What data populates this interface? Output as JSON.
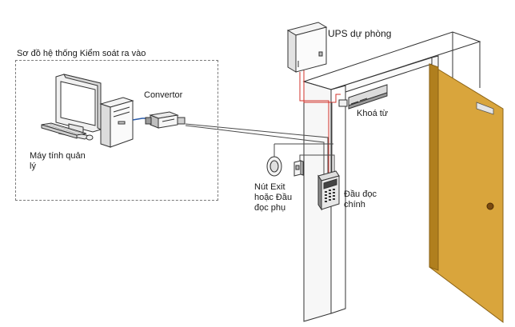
{
  "title": "Sơ đồ hệ thống Kiểm soát ra vào",
  "labels": {
    "ups": "UPS dự phòng",
    "convertor": "Convertor",
    "khoa_tu": "Khoá từ",
    "may_tinh_line1": "Máy tính quản",
    "may_tinh_line2": "lý",
    "nut_exit_line1": "Nút Exit",
    "nut_exit_line2": "hoặc Đầu",
    "nut_exit_line3": "đọc phụ",
    "dau_doc_line1": "Đầu đọc",
    "dau_doc_line2": "chính"
  },
  "colors": {
    "door": "#d9a53c",
    "door_edge": "#b07f1e",
    "wall": "#ffffff",
    "wire_power": "#d2332b",
    "wire_data": "#4a4a4a",
    "cable_blue": "#2a5aa8"
  }
}
